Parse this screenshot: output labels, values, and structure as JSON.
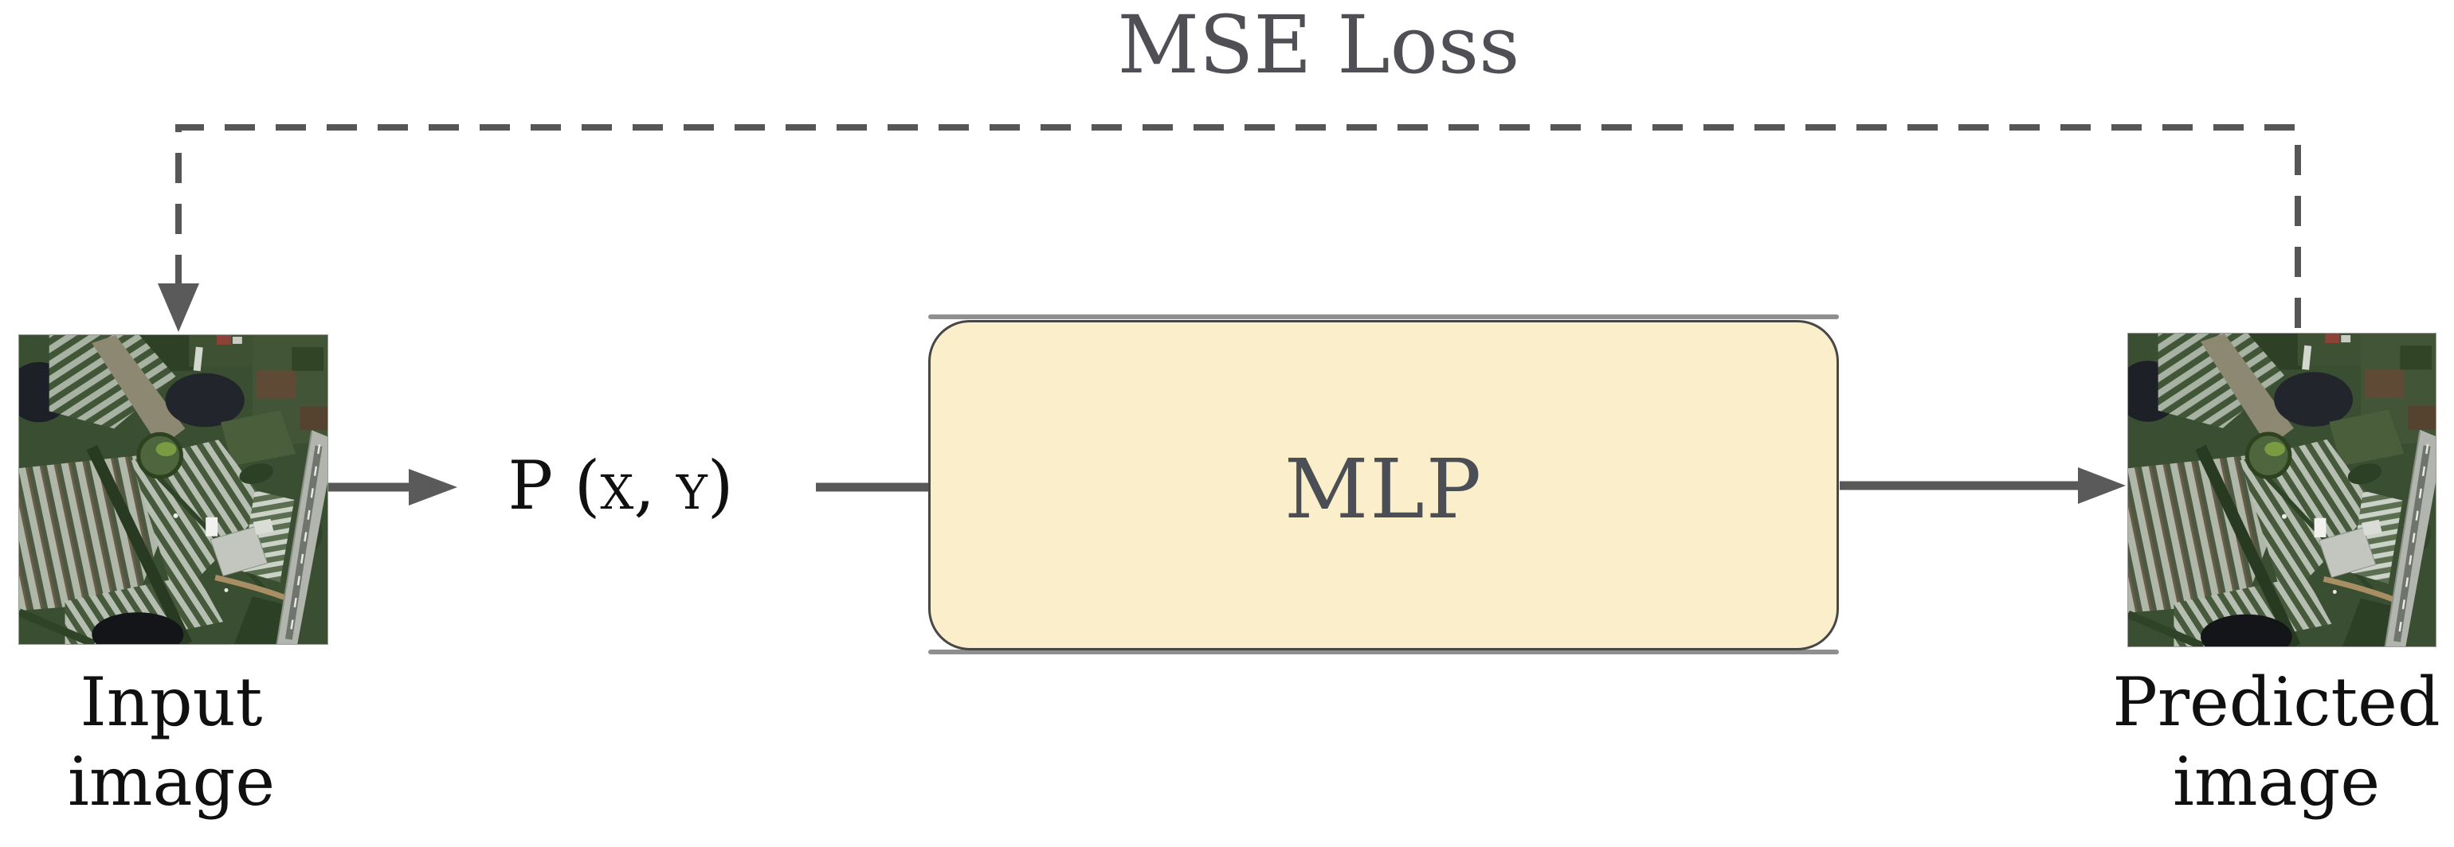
{
  "diagram": {
    "title": "MSE Loss",
    "point_label": "P (x, y)",
    "mlp_box": {
      "label": "MLP"
    },
    "input_image": {
      "caption_line1": "Input",
      "caption_line2": "image"
    },
    "predicted_image": {
      "caption_line1": "Predicted",
      "caption_line2": "image"
    },
    "colors": {
      "canvas_bg": "#FFFFFF",
      "title_color": "#4F4F55",
      "text_color": "#101010",
      "mlp_text_color": "#4B4E55",
      "mlp_fill": "#FBEFCB",
      "mlp_border": "#474747",
      "line_color": "#585858",
      "dash_color": "#565656",
      "arrowhead_color": "#5A5A5A"
    }
  }
}
